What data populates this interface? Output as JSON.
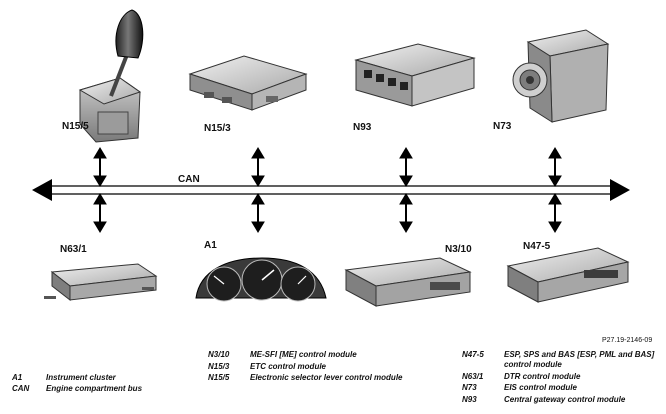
{
  "bus": {
    "label": "CAN"
  },
  "modules_top": [
    {
      "id": "N15/5",
      "icon": "selector-lever-module"
    },
    {
      "id": "N15/3",
      "icon": "etc-control-unit"
    },
    {
      "id": "N93",
      "icon": "gateway-control-unit"
    },
    {
      "id": "N73",
      "icon": "eis-control-unit"
    }
  ],
  "modules_bottom": [
    {
      "id": "N63/1",
      "icon": "dtr-control-unit"
    },
    {
      "id": "A1",
      "icon": "instrument-cluster"
    },
    {
      "id": "N3/10",
      "icon": "me-sfi-control-unit"
    },
    {
      "id": "N47-5",
      "icon": "esp-control-unit"
    }
  ],
  "figure_ref": "P27.19-2146-09",
  "legend": {
    "col1": [
      {
        "code": "A1",
        "desc": "Instrument cluster"
      },
      {
        "code": "CAN",
        "desc": "Engine compartment bus"
      }
    ],
    "col2": [
      {
        "code": "N3/10",
        "desc": "ME-SFI [ME] control module"
      },
      {
        "code": "N15/3",
        "desc": "ETC control module"
      },
      {
        "code": "N15/5",
        "desc": "Electronic selector lever control module"
      }
    ],
    "col3": [
      {
        "code": "N47-5",
        "desc": "ESP, SPS and BAS [ESP, PML and BAS] control module"
      },
      {
        "code": "N63/1",
        "desc": "DTR control module"
      },
      {
        "code": "N73",
        "desc": "EIS control module"
      },
      {
        "code": "N93",
        "desc": "Central gateway control module"
      }
    ]
  }
}
